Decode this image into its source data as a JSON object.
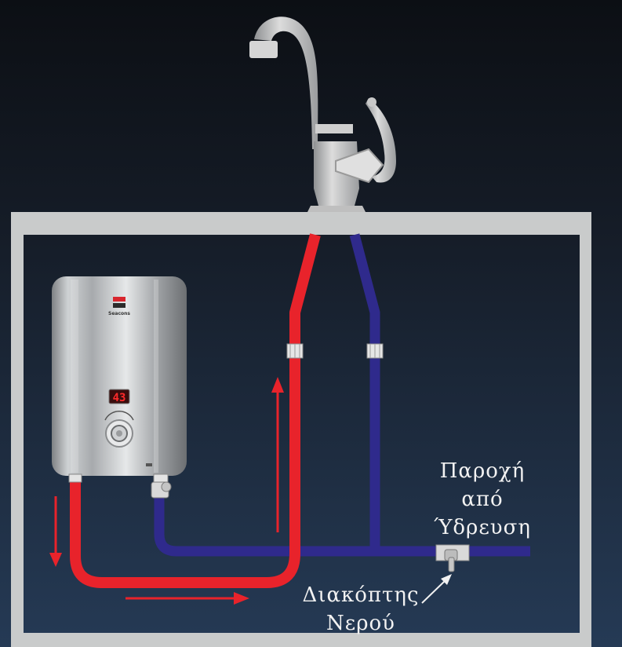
{
  "labels": {
    "supply": [
      "Παροχή",
      "από",
      "Ύδρευση"
    ],
    "valve": [
      "Διακόπτης",
      "Νερού"
    ]
  },
  "heater": {
    "display": "43",
    "brand": "Seacons"
  },
  "colors": {
    "hot_pipe": "#e8232b",
    "cold_pipe": "#2f2a8c",
    "hot_arrow": "#e8232b",
    "cabinet": "#c9cbcb",
    "background_top": "#0c0f14",
    "background_bottom": "#243650"
  }
}
